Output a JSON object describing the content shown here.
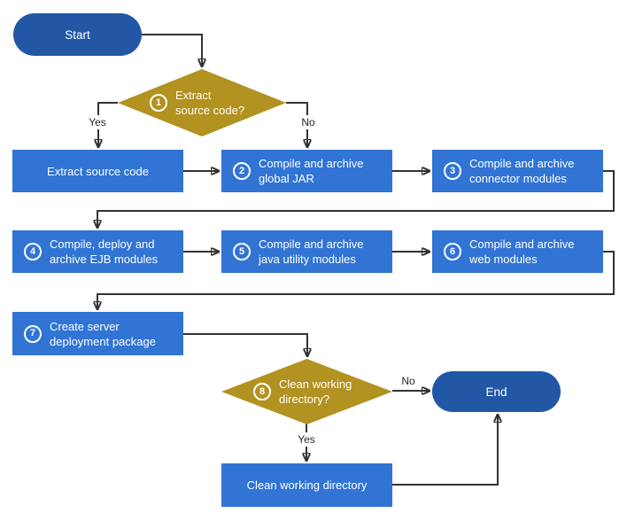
{
  "nodes": {
    "start": {
      "label": "Start"
    },
    "d1": {
      "number": "1",
      "line1": "Extract",
      "line2": "source code?"
    },
    "b1": {
      "label": "Extract source code"
    },
    "b2": {
      "number": "2",
      "line1": "Compile and archive",
      "line2": "global JAR"
    },
    "b3": {
      "number": "3",
      "line1": "Compile and archive",
      "line2": "connector modules"
    },
    "b4": {
      "number": "4",
      "line1": "Compile, deploy and",
      "line2": "archive EJB modules"
    },
    "b5": {
      "number": "5",
      "line1": "Compile and archive",
      "line2": "java utility modules"
    },
    "b6": {
      "number": "6",
      "line1": "Compile and archive",
      "line2": "web modules"
    },
    "b7": {
      "number": "7",
      "line1": "Create server",
      "line2": "deployment package"
    },
    "d8": {
      "number": "8",
      "line1": "Clean working",
      "line2": "directory?"
    },
    "clean": {
      "label": "Clean working directory"
    },
    "end": {
      "label": "End"
    }
  },
  "edge_labels": {
    "d1_yes": "Yes",
    "d1_no": "No",
    "d8_no": "No",
    "d8_yes": "Yes"
  },
  "colors": {
    "terminal_fill": "#2257a6",
    "process_fill": "#3174d3",
    "decision_fill": "#b29220",
    "connector": "#333333",
    "node_text": "#ffffff",
    "edge_label_text": "#262626",
    "background": "#ffffff"
  }
}
